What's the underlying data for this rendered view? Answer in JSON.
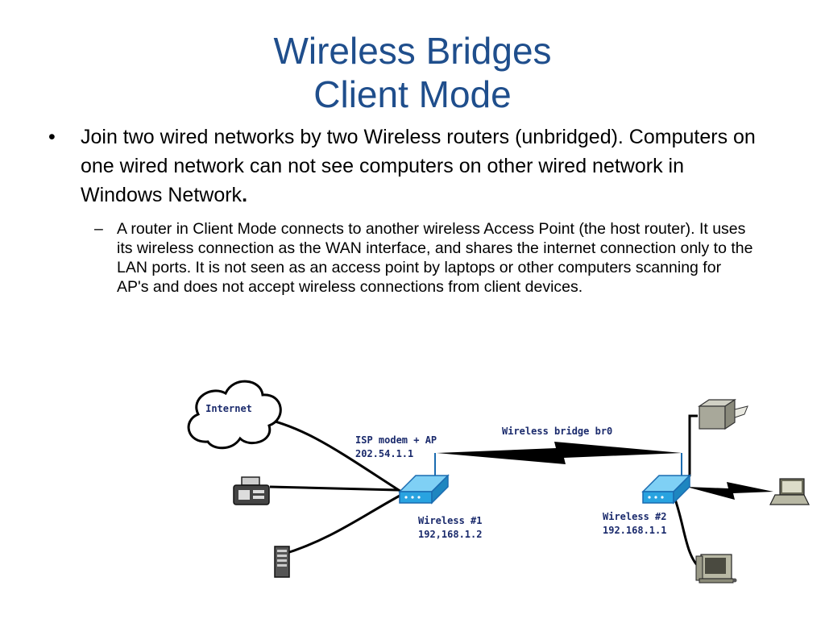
{
  "slide": {
    "title_line1": "Wireless Bridges",
    "title_line2": "Client Mode",
    "bullet_mark": "•",
    "bullet_text_a": "Join two wired networks by two Wireless routers (unbridged). Computers on one wired network can not see computers on other wired network in Windows Network",
    "bullet_text_b": ".",
    "sub_mark": "–",
    "sub_text": "A router in Client Mode connects to another wireless Access Point (the host router). It uses its wireless connection as the WAN interface, and shares the internet connection only to the LAN ports. It is not seen as an access point by laptops or other computers scanning for AP's and does not accept wireless connections from client devices."
  },
  "diagram": {
    "internet_label": "Internet",
    "isp_line1": "ISP modem + AP",
    "isp_line2": "202.54.1.1",
    "bridge_label": "Wireless bridge br0",
    "router1_line1": "Wireless #1",
    "router1_line2": "192,168.1.2",
    "router2_line1": "Wireless #2",
    "router2_line2": "192.168.1.1",
    "icons": [
      "cloud-icon",
      "fax-icon",
      "server-tower-icon",
      "router-icon",
      "printer-icon",
      "laptop-icon",
      "desktop-computer-icon"
    ],
    "colors": {
      "title": "#1f4e8c",
      "label": "#1a2a6c",
      "router": "#29a3e0",
      "link": "#000000"
    }
  }
}
